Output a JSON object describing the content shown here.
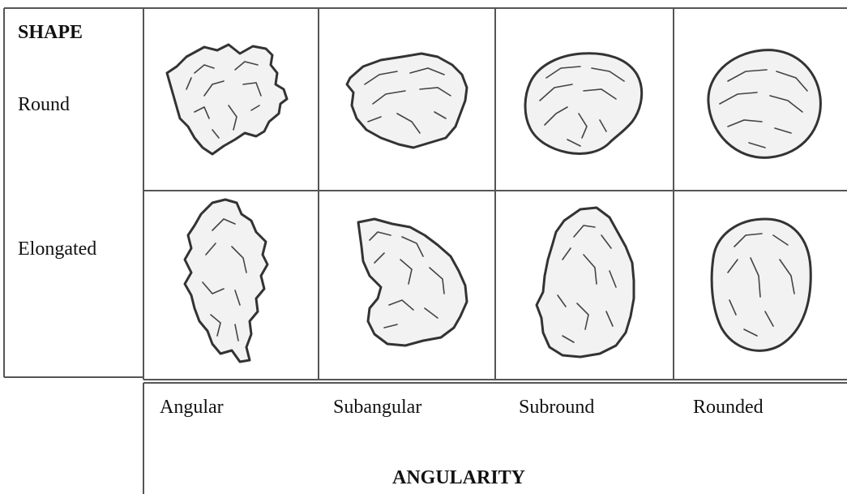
{
  "shape_header": "SHAPE",
  "rows": [
    {
      "label": "Round"
    },
    {
      "label": "Elongated"
    }
  ],
  "columns": [
    {
      "label": "Angular"
    },
    {
      "label": "Subangular"
    },
    {
      "label": "Subround"
    },
    {
      "label": "Rounded"
    }
  ],
  "axis_title": "ANGULARITY",
  "colors": {
    "line": "#555555",
    "grain_fill": "#f2f2f2",
    "grain_outline": "#333333",
    "texture": "#444444"
  }
}
